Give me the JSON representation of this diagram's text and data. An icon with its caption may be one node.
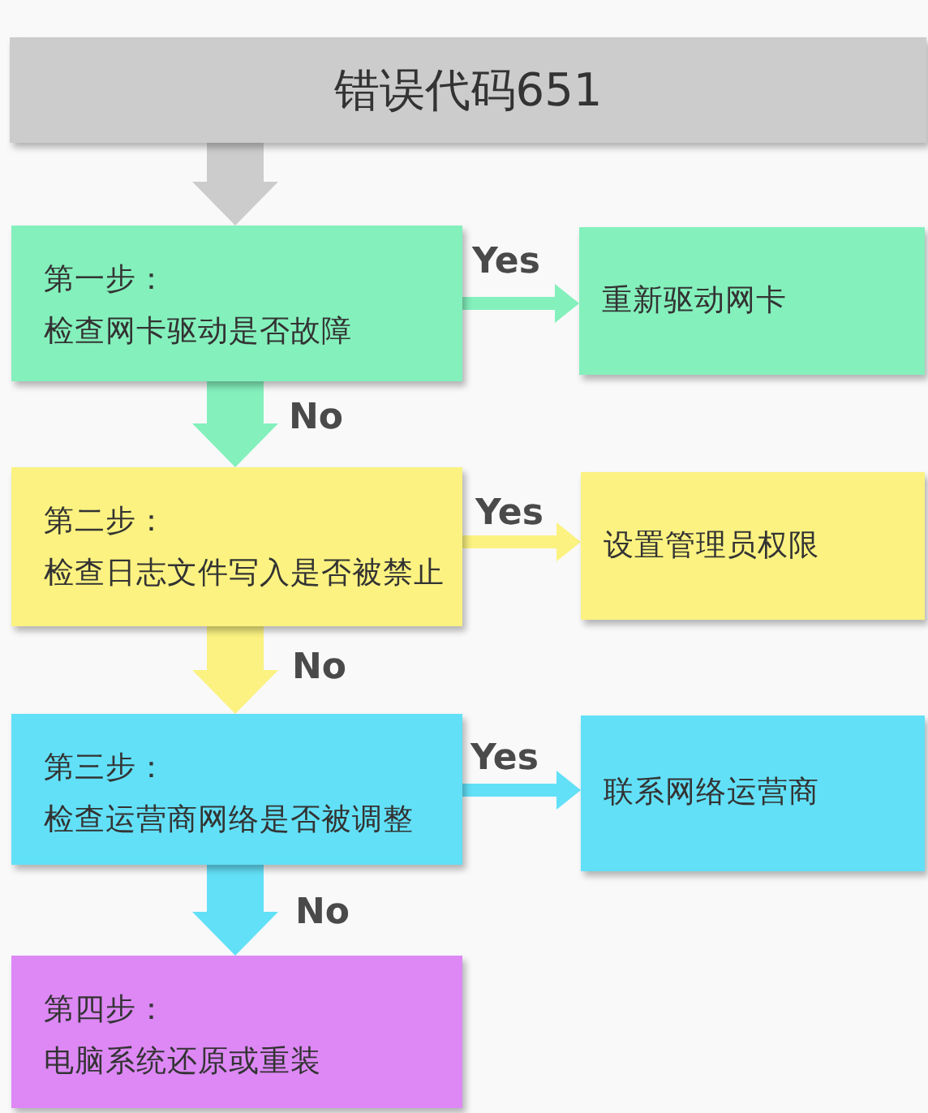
{
  "diagram": {
    "nodes": [
      {
        "text": [
          "错误代码651"
        ]
      },
      {
        "text": [
          "第一步：",
          "检查网卡驱动是否故障"
        ]
      },
      {
        "text": [
          "重新驱动网卡"
        ]
      },
      {
        "text": [
          "第二步：",
          "检查日志文件写入是否被禁止"
        ]
      },
      {
        "text": [
          "设置管理员权限"
        ]
      },
      {
        "text": [
          "第三步：",
          "检查运营商网络是否被调整"
        ]
      },
      {
        "text": [
          "联系网络运营商"
        ]
      },
      {
        "text": [
          "第四步：",
          "电脑系统还原或重装"
        ]
      }
    ],
    "edges": [
      {
        "from": 0,
        "to": 1,
        "arrow": "to",
        "color": "#cccccc"
      },
      {
        "from": 1,
        "to": 2,
        "arrow": "to",
        "label": "Yes",
        "color": "#84f0bc"
      },
      {
        "from": 1,
        "to": 3,
        "arrow": "to",
        "label": "No",
        "color": "#84f0bc"
      },
      {
        "from": 3,
        "to": 4,
        "arrow": "to",
        "label": "Yes",
        "color": "#fbf281"
      },
      {
        "from": 3,
        "to": 5,
        "arrow": "to",
        "label": "No",
        "color": "#fbf281"
      },
      {
        "from": 5,
        "to": 6,
        "arrow": "to",
        "label": "Yes",
        "color": "#62e0f7"
      },
      {
        "from": 5,
        "to": 7,
        "arrow": "to",
        "label": "No",
        "color": "#62e0f7"
      }
    ]
  }
}
